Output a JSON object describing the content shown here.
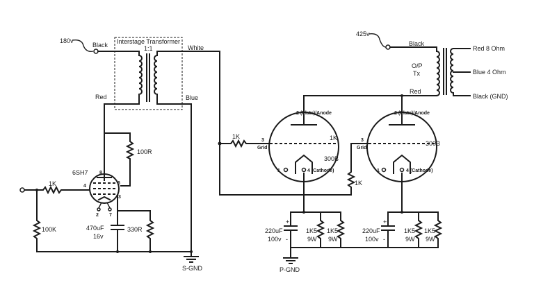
{
  "supplies": {
    "hv_in": "180v",
    "hv_out": "425v"
  },
  "wires": {
    "black": "Black",
    "red": "Red",
    "white": "White",
    "blue": "Blue"
  },
  "interstage": {
    "title": "Interstage Transformer",
    "ratio": "1:1"
  },
  "output_tx": {
    "line1": "O/P",
    "line2": "Tx",
    "tap_8": "Red 8 Ohm",
    "tap_4": "Blue 4 Ohm",
    "tap_gnd": "Black (GND)"
  },
  "driver": {
    "tube": "6SH7",
    "pin8": "8",
    "pin4": "4",
    "pin6": "6",
    "pin3": "3",
    "pin2": "2",
    "pin7": "7",
    "grid_stop": "1K",
    "grid_leak": "100K",
    "plate_res": "100R",
    "cath_cap": "470uF",
    "cath_cap_v": "16v",
    "cath_res": "330R"
  },
  "power_tubes": {
    "plate_label": "2 (Plate)/Anode",
    "cathode_label": "4 (Cathode)",
    "grid_label": "Grid",
    "pin3": "3",
    "pin1": "1",
    "tube_a": {
      "type": "300B",
      "side_res": "1K",
      "grid_res": "1K"
    },
    "tube_b": {
      "type": "300B",
      "grid_res": "1K"
    }
  },
  "cathode_network": {
    "cap": "220uF",
    "cap_v": "100v",
    "res": "1K5",
    "res_w": "9W",
    "plus": "+",
    "minus": "-"
  },
  "grounds": {
    "signal": "S-GND",
    "power": "P-GND"
  }
}
